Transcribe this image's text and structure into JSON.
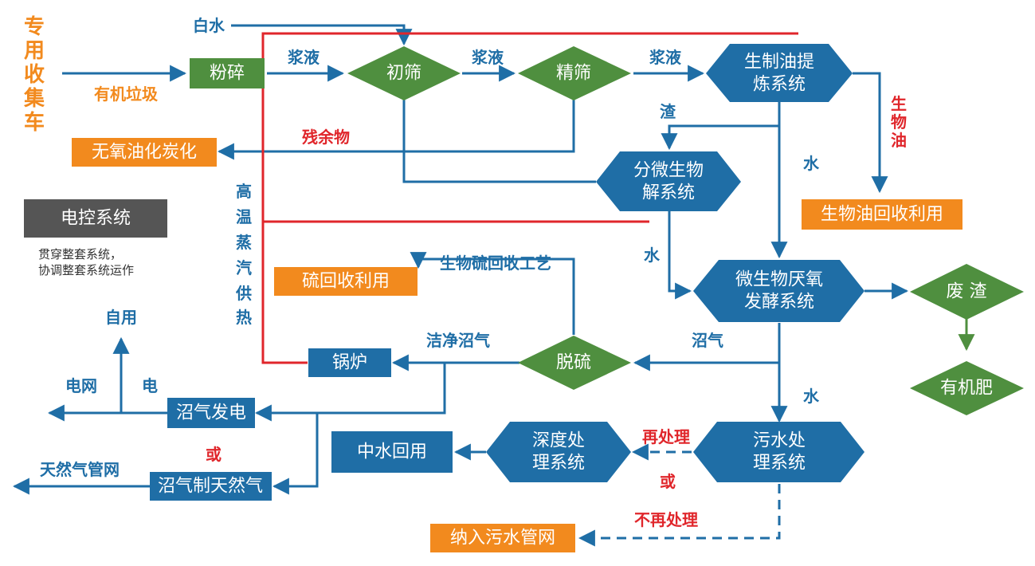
{
  "colors": {
    "blue": "#1f6ea6",
    "green": "#4f8f3f",
    "orange": "#f28a1e",
    "gray": "#555555",
    "red": "#e0262b",
    "label_blue": "#1f6ea6",
    "label_red": "#e0262b",
    "label_orange": "#f28a1e"
  },
  "nodes": {
    "collection_truck": "专用收集车",
    "crushing": "粉碎",
    "primary_screen": "初筛",
    "fine_screen": "精筛",
    "oil_extraction": [
      "生制油提",
      "炼系统"
    ],
    "anaerobic_carbonization": "无氧油化炭化",
    "microbial_decomposition": [
      "分微生物",
      "解系统"
    ],
    "biooil_recycling": "生物油回收利用",
    "control_system": "电控系统",
    "control_note": [
      "贯穿整套系统，",
      "协调整套系统运作"
    ],
    "sulfur_recycling": "硫回收利用",
    "anaerobic_fermentation": [
      "微生物厌氧",
      "发酵系统"
    ],
    "waste_residue": "废 渣",
    "organic_fertilizer": "有机肥",
    "desulfurization": "脱硫",
    "boiler": "锅炉",
    "biogas_power": "沼气发电",
    "biogas_to_natural_gas": "沼气制天然气",
    "reclaimed_water": "中水回用",
    "deep_treatment": [
      "深度处",
      "理系统"
    ],
    "sewage_treatment": [
      "污水处",
      "理系统"
    ],
    "sewer_network": "纳入污水管网"
  },
  "labels": {
    "organic_waste": "有机垃圾",
    "white_water": "白水",
    "slurry": "浆液",
    "residue_material": "残余物",
    "residue": "渣",
    "water": "水",
    "biooil": "生物油",
    "high_temp_steam": "高温蒸汽供热",
    "bio_sulfur_process": "生物硫回收工艺",
    "clean_biogas": "洁净沼气",
    "biogas": "沼气",
    "self_use": "自用",
    "power_grid": "电网",
    "electricity": "电",
    "or": "或",
    "natural_gas_network": "天然气管网",
    "retreatment": "再处理",
    "no_retreatment": "不再处理"
  }
}
